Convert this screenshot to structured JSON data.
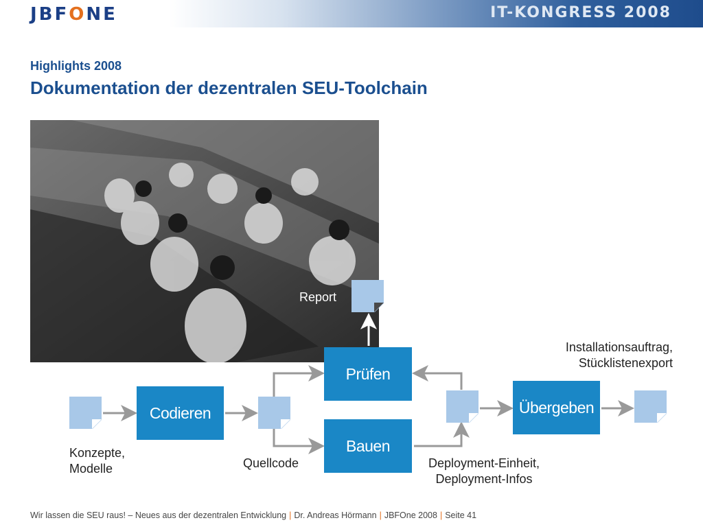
{
  "header": {
    "logo_left": "JBF",
    "logo_accent": "O",
    "logo_right": "NE",
    "congress": "IT-KONGRESS 2008"
  },
  "subtitle": "Highlights 2008",
  "title": "Dokumentation der dezentralen SEU-Toolchain",
  "photo": {
    "description_icon": "factory-workers-photo"
  },
  "diagram": {
    "processes": {
      "codieren": "Codieren",
      "pruefen": "Prüfen",
      "bauen": "Bauen",
      "uebergeben": "Übergeben"
    },
    "labels": {
      "konzepte_1": "Konzepte,",
      "konzepte_2": "Modelle",
      "quellcode": "Quellcode",
      "report": "Report",
      "deploy_1": "Deployment-Einheit,",
      "deploy_2": "Deployment-Infos",
      "install_1": "Installationsauftrag,",
      "install_2": "Stücklistenexport"
    }
  },
  "footer": {
    "part1": "Wir lassen die SEU raus! – Neues aus der dezentralen Entwicklung",
    "part2": "Dr. Andreas Hörmann",
    "part3": "JBFOne 2008",
    "part4": "Seite 41",
    "separator": "|"
  },
  "colors": {
    "process_blue": "#1a87c6",
    "doc_blue": "#a8c8e8",
    "title_blue": "#1b4f8f",
    "accent_orange": "#e4701e"
  }
}
